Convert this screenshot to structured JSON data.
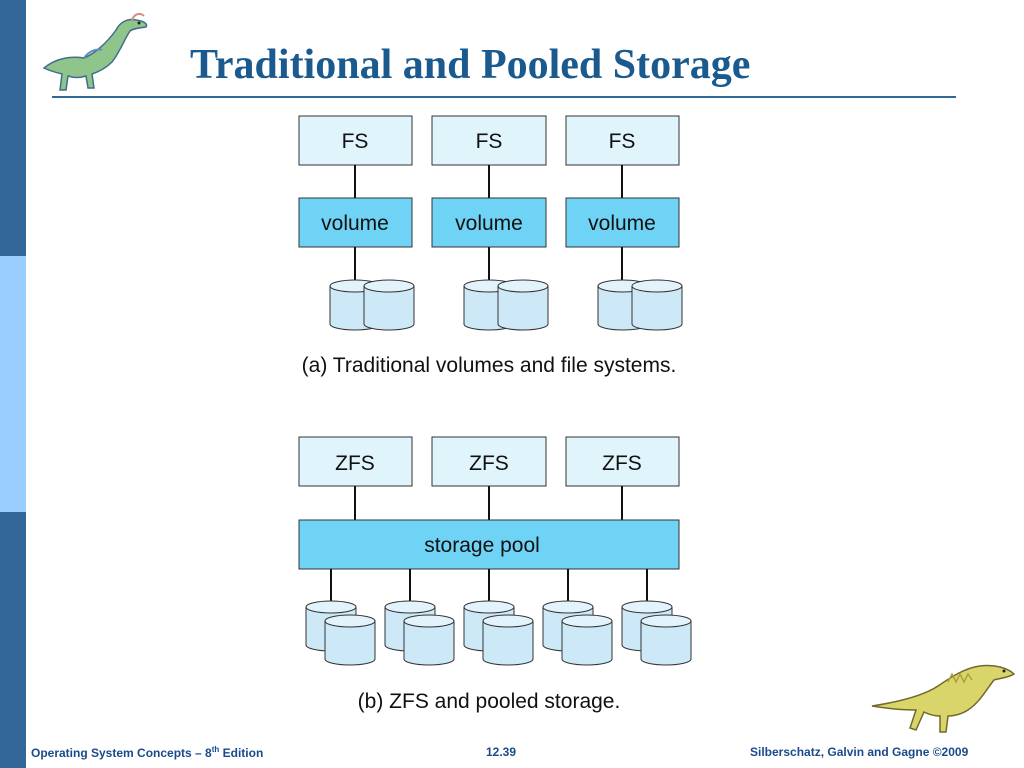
{
  "slide": {
    "title": "Traditional and Pooled Storage"
  },
  "diagram_a": {
    "fs_label": "FS",
    "volume_label": "volume",
    "caption": "(a) Traditional volumes and file systems."
  },
  "diagram_b": {
    "zfs_label": "ZFS",
    "pool_label": "storage pool",
    "caption": "(b) ZFS and pooled storage."
  },
  "footer": {
    "left_prefix": "Operating System Concepts – 8",
    "left_sup": "th",
    "left_suffix": " Edition",
    "page": "12.39",
    "right": "Silberschatz, Galvin and Gagne ©2009"
  },
  "colors": {
    "sidebar_dark": "#336699",
    "sidebar_light": "#99ccff",
    "title": "#1a5a8e",
    "box_light": "#e0f4fb",
    "box_mid": "#6fd3f5",
    "disk": "#cde9f7"
  },
  "icons": {
    "top_left": "dinosaur-logo",
    "bottom_right": "dinosaur-logo"
  }
}
